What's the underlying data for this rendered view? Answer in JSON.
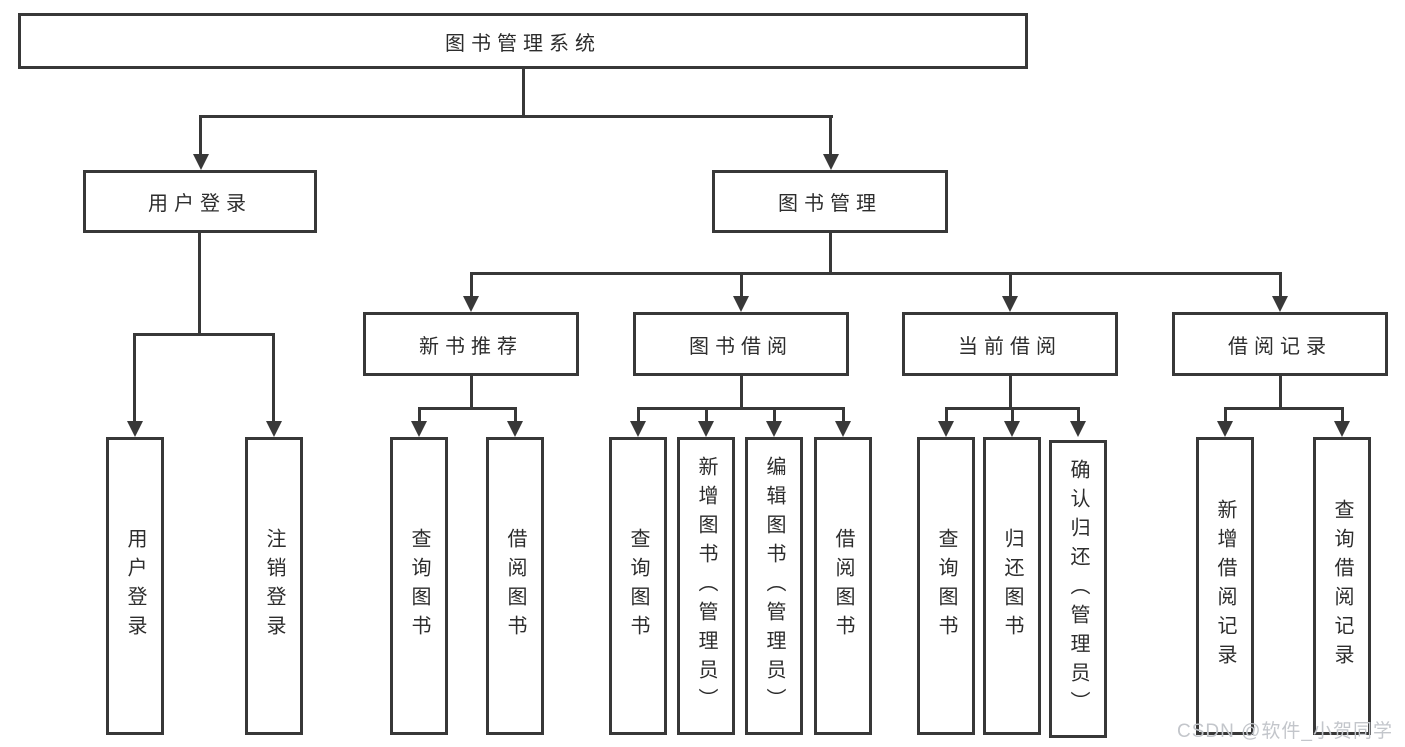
{
  "diagram": {
    "root": {
      "label": "图书管理系统"
    },
    "level2": [
      {
        "label": "用户登录"
      },
      {
        "label": "图书管理"
      }
    ],
    "level3": [
      {
        "label": "新书推荐"
      },
      {
        "label": "图书借阅"
      },
      {
        "label": "当前借阅"
      },
      {
        "label": "借阅记录"
      }
    ],
    "leaves": {
      "login": [
        "用户登录",
        "注销登录"
      ],
      "recommend": [
        "查询图书",
        "借阅图书"
      ],
      "borrow": [
        "查询图书",
        "新增图书（管理员）",
        "编辑图书（管理员）",
        "借阅图书"
      ],
      "current": [
        "查询图书",
        "归还图书",
        "确认归还（管理员）"
      ],
      "records": [
        "新增借阅记录",
        "查询借阅记录"
      ]
    }
  },
  "watermark": {
    "text": "CSDN @软件_小贺同学"
  },
  "colors": {
    "line": "#383838",
    "text": "#2d2d2d",
    "background": "#ffffff",
    "watermark": "#c3c6cb"
  }
}
